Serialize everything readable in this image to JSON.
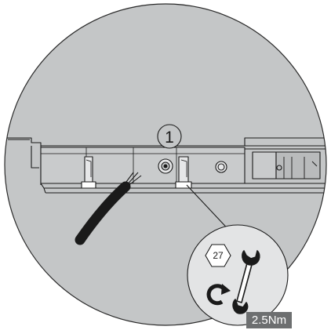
{
  "diagram": {
    "callout_number": "1",
    "wrench_size": "27",
    "torque_value": "2.5Nm"
  },
  "icons": {
    "direction": "clockwise-rotation-icon",
    "tool": "open-end-wrench-icon",
    "nut": "hex-nut-icon"
  },
  "colors": {
    "background_circle": "#c4c6c7",
    "detail_circle": "#e3e4e5",
    "line": "#1a1a1a",
    "label_bg": "#6d6f70",
    "label_text": "#ffffff"
  }
}
